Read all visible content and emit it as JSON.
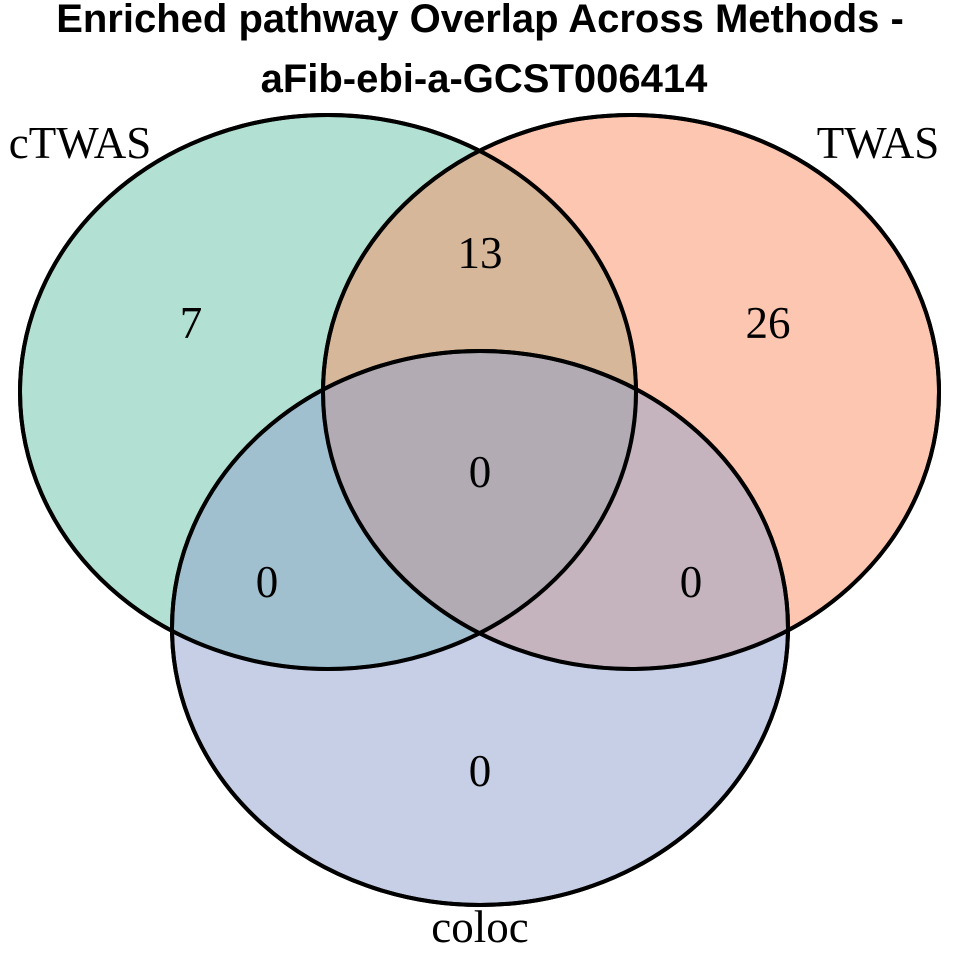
{
  "title": {
    "line1": "Enriched pathway Overlap Across Methods -",
    "line2": "aFib-ebi-a-GCST006414"
  },
  "sets": [
    {
      "key": "ctwas",
      "label": "cTWAS",
      "color": "#66C2A5"
    },
    {
      "key": "twas",
      "label": "TWAS",
      "color": "#FC8D62"
    },
    {
      "key": "coloc",
      "label": "coloc",
      "color": "#8DA0CB"
    }
  ],
  "fill_opacity": 0.5,
  "regions": {
    "ctwas_only": "7",
    "twas_only": "26",
    "coloc_only": "0",
    "ctwas_twas": "13",
    "ctwas_coloc": "0",
    "twas_coloc": "0",
    "all_three": "0"
  }
}
